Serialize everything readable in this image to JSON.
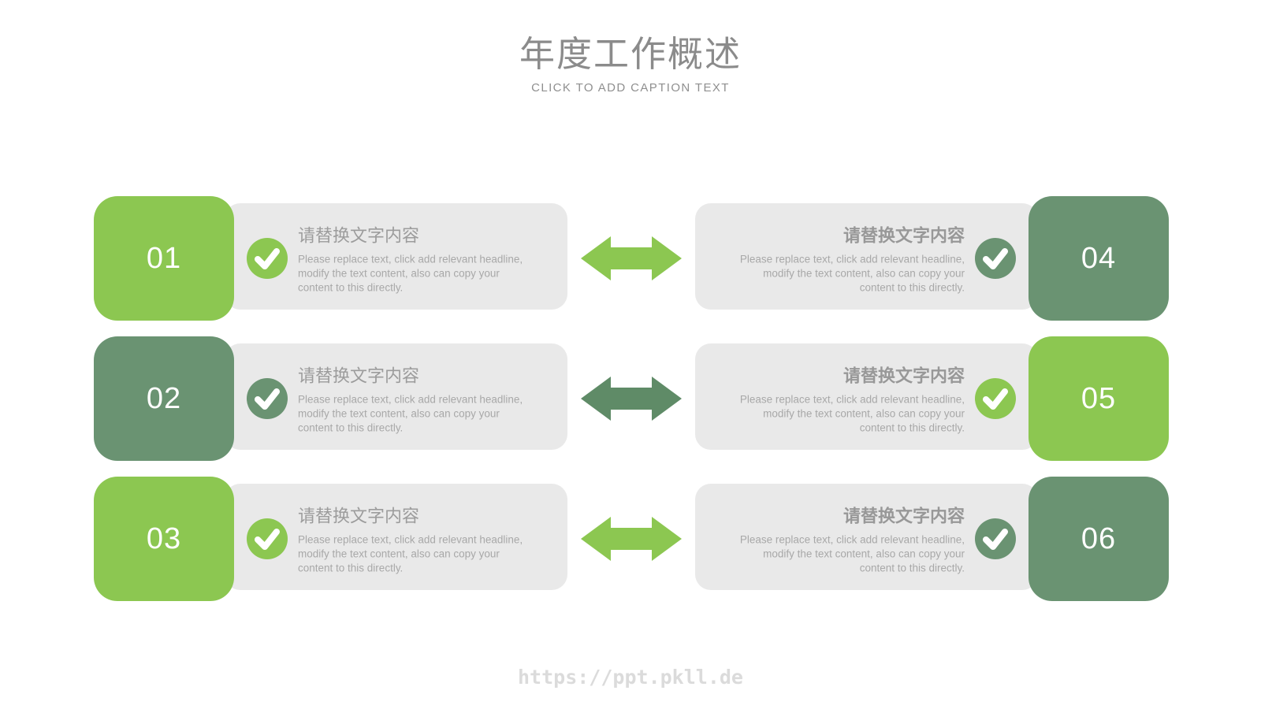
{
  "header": {
    "title": "年度工作概述",
    "subtitle": "CLICK TO ADD CAPTION TEXT"
  },
  "items": [
    {
      "number": "01",
      "variant": "light",
      "title": "请替换文字内容",
      "body": "Please replace text, click add relevant headline, modify the text content, also can copy your content to this directly."
    },
    {
      "number": "02",
      "variant": "dark",
      "title": "请替换文字内容",
      "body": "Please replace text, click add relevant headline, modify the text content, also can copy your content to this directly."
    },
    {
      "number": "03",
      "variant": "light",
      "title": "请替换文字内容",
      "body": "Please replace text, click add relevant headline, modify the text content, also can copy your content to this directly."
    },
    {
      "number": "04",
      "variant": "dark",
      "title": "请替换文字内容",
      "body": "Please replace text, click add relevant headline, modify the text content, also can copy your content to this directly."
    },
    {
      "number": "05",
      "variant": "light",
      "title": "请替换文字内容",
      "body": "Please replace text, click add relevant headline, modify the text content, also can copy your content to this directly."
    },
    {
      "number": "06",
      "variant": "dark",
      "title": "请替换文字内容",
      "body": "Please replace text, click add relevant headline, modify the text content, also can copy your content to this directly."
    }
  ],
  "arrows": [
    {
      "variant": "light"
    },
    {
      "variant": "dark"
    },
    {
      "variant": "light"
    }
  ],
  "colors": {
    "light_green": "#8CC751",
    "dark_green": "#6A9372",
    "arrow_dark": "#5F8B67",
    "card_bg": "#E9E9E9",
    "title_gray": "#8B8B8B",
    "check_mark": "#FFFFFF"
  },
  "watermark": "https://ppt.pkll.de"
}
